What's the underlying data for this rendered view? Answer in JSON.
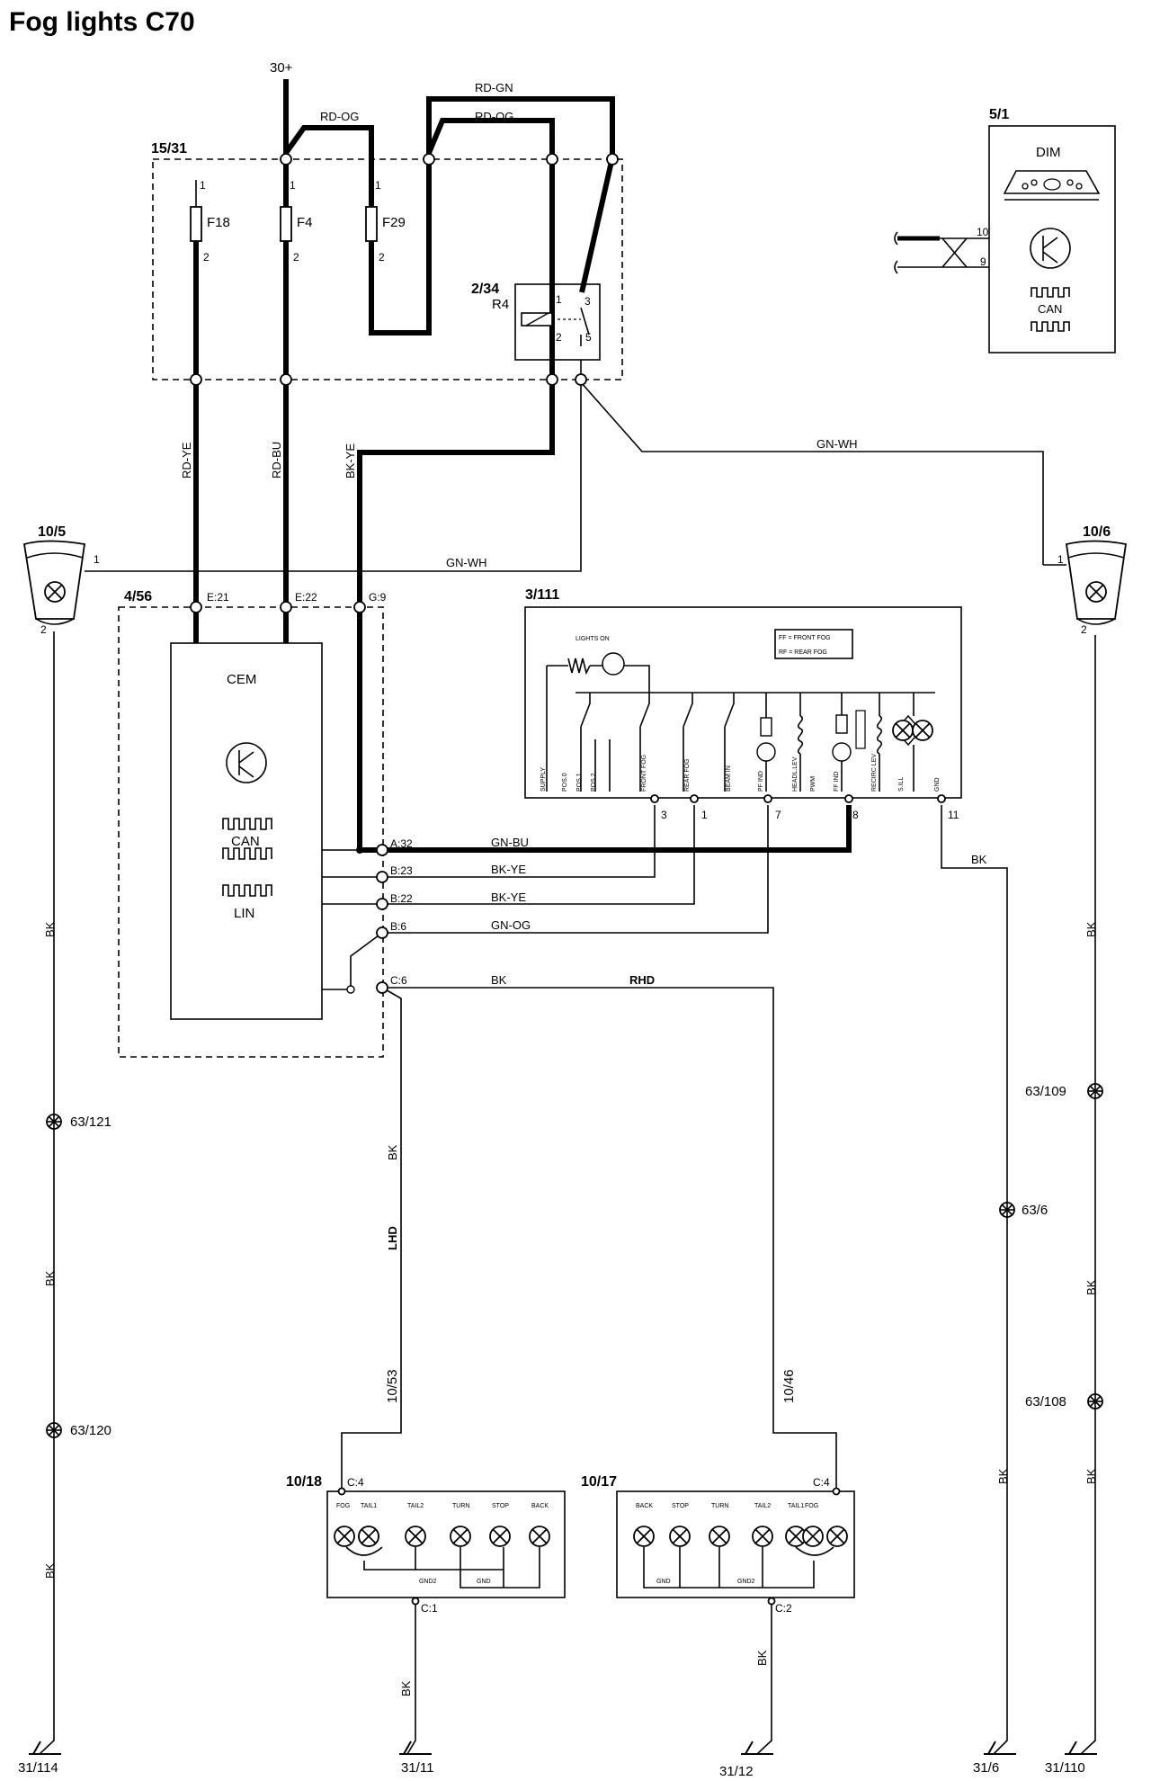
{
  "title": "Fog lights C70",
  "supply": "30+",
  "wires": {
    "rd_og_1": "RD-OG",
    "rd_gn": "RD-GN",
    "rd_og_2": "RD-OG",
    "rd_ye": "RD-YE",
    "rd_bu": "RD-BU",
    "bk_ye": "BK-YE",
    "gn_wh_1": "GN-WH",
    "gn_wh_2": "GN-WH",
    "gn_bu": "GN-BU",
    "bk_ye_b23": "BK-YE",
    "bk_ye_b22": "BK-YE",
    "gn_og": "GN-OG",
    "bk_c6": "BK",
    "rhd": "RHD",
    "lhd": "LHD",
    "bk_lhd": "BK",
    "w_10_53": "10/53",
    "w_10_46": "10/46",
    "bk_sw11": "BK",
    "bk_left_1": "BK",
    "bk_left_2": "BK",
    "bk_left_3": "BK",
    "bk_right_1": "BK",
    "bk_right_2": "BK",
    "bk_right_3": "BK",
    "bk_63_6": "BK",
    "bk_gnd_l": "BK",
    "bk_gnd_r": "BK"
  },
  "fusebox": {
    "id": "15/31",
    "fuses": [
      {
        "name": "F18",
        "pin1": "1",
        "pin2": "2"
      },
      {
        "name": "F4",
        "pin1": "1",
        "pin2": "2"
      },
      {
        "name": "F29",
        "pin1": "1",
        "pin2": "2"
      }
    ],
    "relay": {
      "id": "2/34",
      "name": "R4",
      "pins": [
        "1",
        "3",
        "2",
        "5"
      ]
    }
  },
  "dim": {
    "id": "5/1",
    "name": "DIM",
    "pin10": "10",
    "pin9": "9",
    "bus": "CAN"
  },
  "cem": {
    "id": "4/56",
    "name": "CEM",
    "bus_can": "CAN",
    "bus_lin": "LIN",
    "pins": {
      "e21": "E:21",
      "e22": "E:22",
      "g9": "G:9",
      "a32": "A:32",
      "b23": "B:23",
      "b22": "B:22",
      "b6": "B:6",
      "c6": "C:6"
    }
  },
  "fog_left": {
    "id": "10/5",
    "pin1": "1",
    "pin2": "2"
  },
  "fog_right": {
    "id": "10/6",
    "pin1": "1",
    "pin2": "2"
  },
  "light_switch": {
    "id": "3/111",
    "lights_on": "LIGHTS ON",
    "legend_ff": "FF = FRONT FOG",
    "legend_rf": "RF = REAR FOG",
    "labels": [
      "SUPPLY",
      "POS.0",
      "POS.1",
      "POS.2",
      "FRONT FOG",
      "REAR FOG",
      "BEAM IN",
      "PF IND",
      "HEADL.LEV",
      "PWM",
      "FF IND",
      "RECIRC LEV",
      "S.ILL",
      "GND"
    ],
    "pins": {
      "p3": "3",
      "p1": "1",
      "p7": "7",
      "p8": "8",
      "p11": "11"
    }
  },
  "splices": {
    "s121": "63/121",
    "s120": "63/120",
    "s109": "63/109",
    "s6": "63/6",
    "s108": "63/108"
  },
  "rear_left": {
    "id": "10/18",
    "conn": "C:4",
    "gnd_conn": "C:1",
    "lamps": [
      "FOG",
      "TAIL1",
      "TAIL2",
      "TURN",
      "STOP",
      "BACK"
    ],
    "gnd2": "GND2",
    "gnd": "GND"
  },
  "rear_right": {
    "id": "10/17",
    "conn": "C:4",
    "gnd_conn": "C:2",
    "lamps": [
      "BACK",
      "STOP",
      "TURN",
      "TAIL2",
      "TAIL1",
      "FOG"
    ],
    "gnd": "GND",
    "gnd2": "GND2"
  },
  "grounds": {
    "g114": "31/114",
    "g11": "31/11",
    "g12": "31/12",
    "g6": "31/6",
    "g110": "31/110"
  }
}
